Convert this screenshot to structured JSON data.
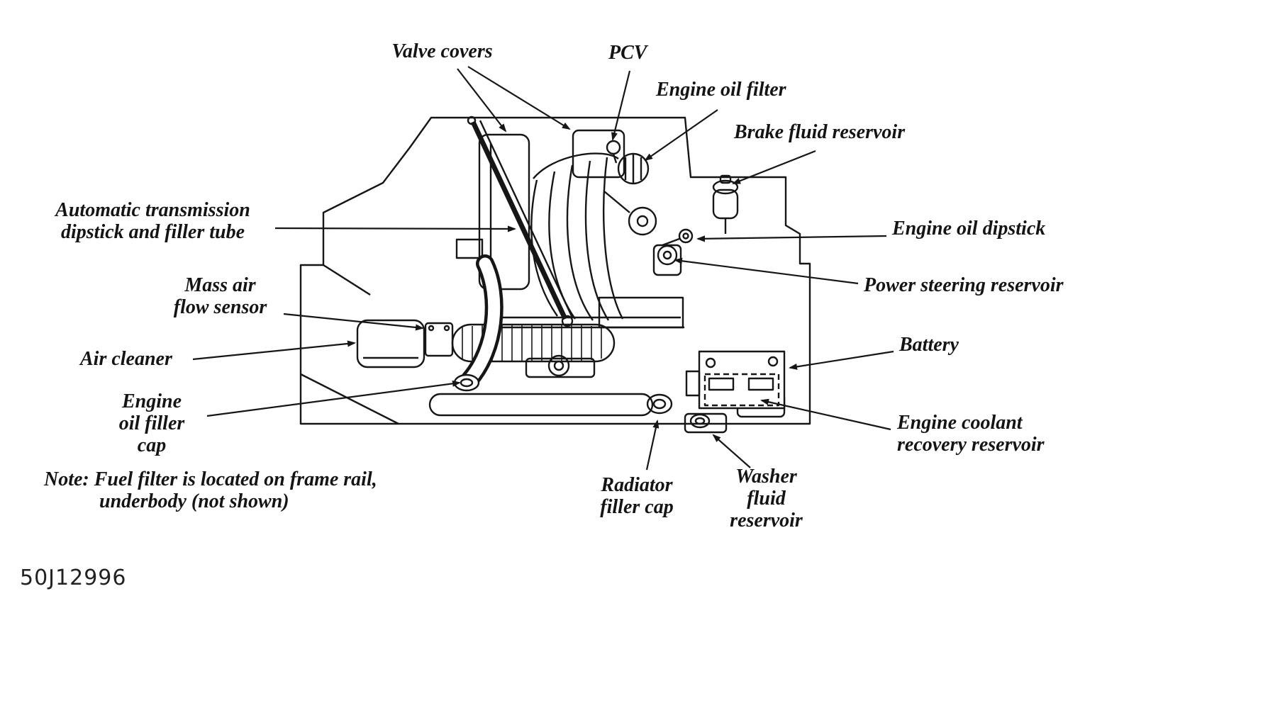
{
  "figure": {
    "id": "50J12996"
  },
  "colors": {
    "ink": "#161616",
    "background": "#ffffff"
  },
  "labels": {
    "valve_covers": [
      "Valve covers"
    ],
    "pcv": [
      "PCV"
    ],
    "engine_oil_filter": [
      "Engine oil filter"
    ],
    "brake_fluid_reservoir": [
      "Brake fluid reservoir"
    ],
    "automatic_transmission_dipstick": [
      "Automatic transmission",
      "dipstick and filler tube"
    ],
    "engine_oil_dipstick": [
      "Engine oil dipstick"
    ],
    "power_steering_reservoir": [
      "Power steering reservoir"
    ],
    "mass_air_flow_sensor": [
      "Mass air",
      "flow sensor"
    ],
    "air_cleaner": [
      "Air cleaner"
    ],
    "battery": [
      "Battery"
    ],
    "engine_oil_filler_cap": [
      "Engine",
      "oil filler",
      "cap"
    ],
    "engine_coolant_recovery_reservoir": [
      "Engine coolant",
      "recovery reservoir"
    ],
    "radiator_filler_cap": [
      "Radiator",
      "filler cap"
    ],
    "washer_fluid_reservoir": [
      "Washer",
      "fluid",
      "reservoir"
    ],
    "note": [
      "Note: Fuel filter is located on frame rail,",
      "underbody (not shown)"
    ]
  }
}
